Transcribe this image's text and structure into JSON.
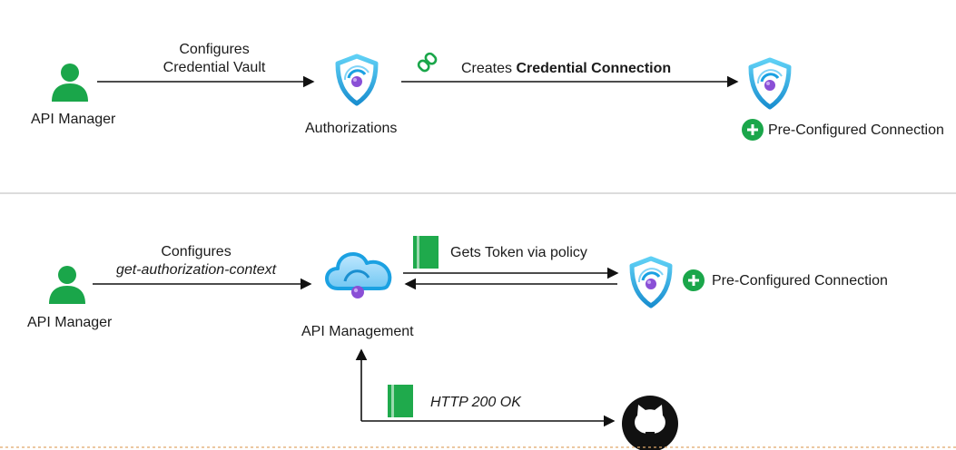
{
  "top": {
    "actor_label": "API Manager",
    "arrow_label_line1": "Configures",
    "arrow_label_line2": "Credential Vault",
    "authorizations_label": "Authorizations",
    "creates_prefix": "Creates ",
    "creates_bold": "Credential Connection",
    "connection_label": "Pre-Configured Connection"
  },
  "bottom": {
    "actor_label": "API Manager",
    "arrow_label_line1": "Configures",
    "arrow_label_line2": "get-authorization-context",
    "apim_label": "API Management",
    "token_label": "Gets Token via policy",
    "connection_label": "Pre-Configured Connection",
    "http_label": "HTTP 200 OK"
  },
  "colors": {
    "person_green": "#1aa64a",
    "doc_green": "#1faa4c",
    "shield_blue": "#1ba1e2",
    "purple": "#8a4fd6",
    "divider": "#b8b8b8",
    "dashed": "#e0a86a"
  },
  "icons": {
    "person": "person-icon",
    "shield": "shield-key-icon",
    "link": "link-icon",
    "plus": "plus-circle-icon",
    "cloud": "cloud-icon",
    "document": "document-icon",
    "github": "github-icon"
  }
}
